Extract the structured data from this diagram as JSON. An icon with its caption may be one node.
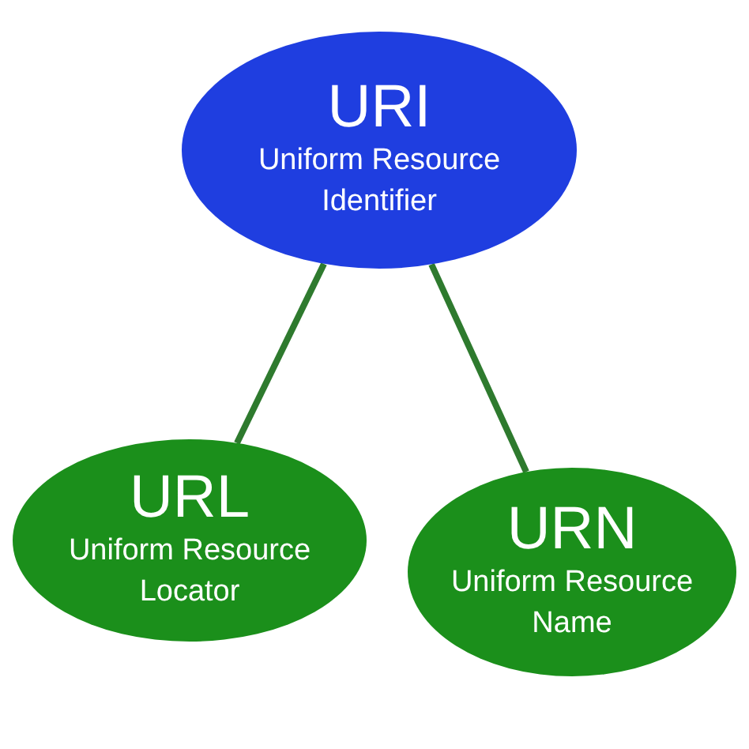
{
  "diagram": {
    "nodes": [
      {
        "text": [
          "URI",
          "Uniform Resource Identifier"
        ]
      },
      {
        "text": [
          "URL",
          "Uniform Resource Locator"
        ]
      },
      {
        "text": [
          "URN",
          "Uniform Resource Name"
        ]
      }
    ],
    "edges": [
      {
        "from": 0,
        "to": 1,
        "arrow": "none"
      },
      {
        "from": 0,
        "to": 2,
        "arrow": "none"
      }
    ]
  }
}
